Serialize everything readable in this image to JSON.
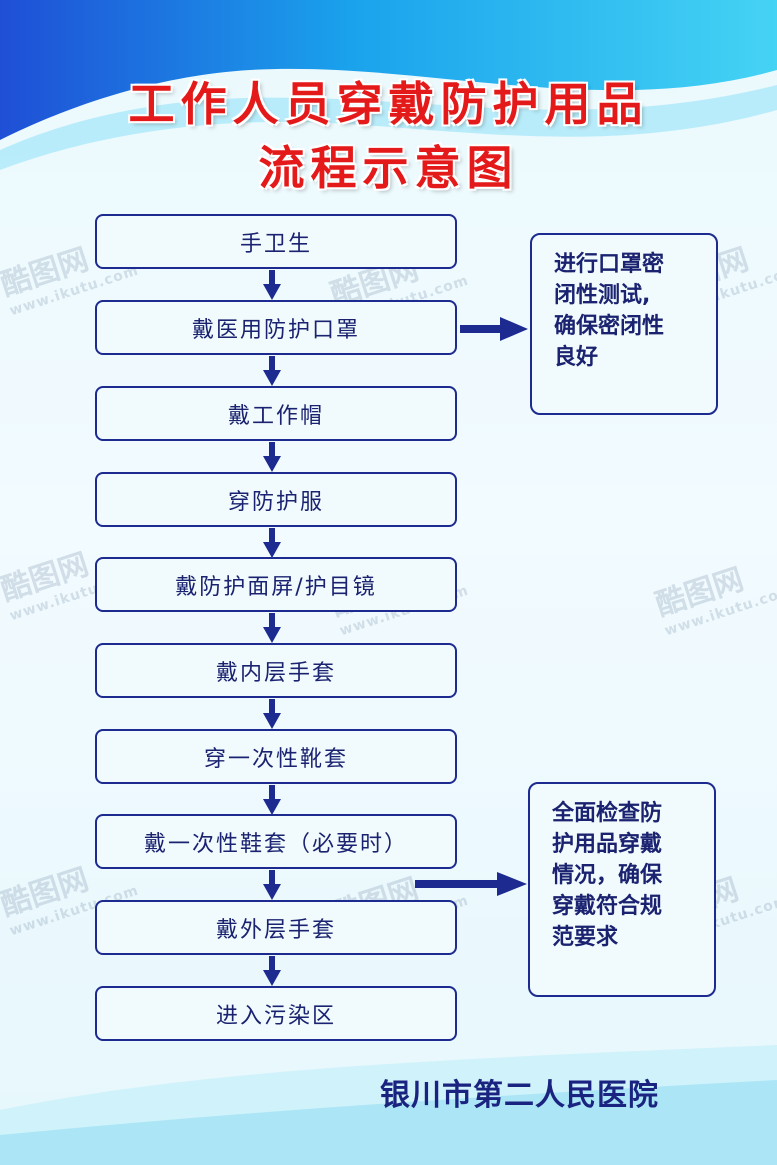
{
  "title": {
    "line1": "工作人员穿戴防护用品",
    "line2": "流程示意图"
  },
  "steps": [
    "手卫生",
    "戴医用防护口罩",
    "戴工作帽",
    "穿防护服",
    "戴防护面屏/护目镜",
    "戴内层手套",
    "穿一次性靴套",
    "戴一次性鞋套（必要时）",
    "戴外层手套",
    "进入污染区"
  ],
  "notes": {
    "seal_test": "进行口罩密\n闭性测试,\n确保密闭性\n良好",
    "full_check": "全面检查防\n护用品穿戴\n情况，确保\n穿戴符合规\n范要求"
  },
  "footer": "银川市第二人民医院",
  "watermark": {
    "brand": "酷图网",
    "url": "www.ikutu.com"
  },
  "colors": {
    "title_red": "#e41a1a",
    "navy": "#1d2a8f",
    "sky": "#2fc6ef"
  }
}
